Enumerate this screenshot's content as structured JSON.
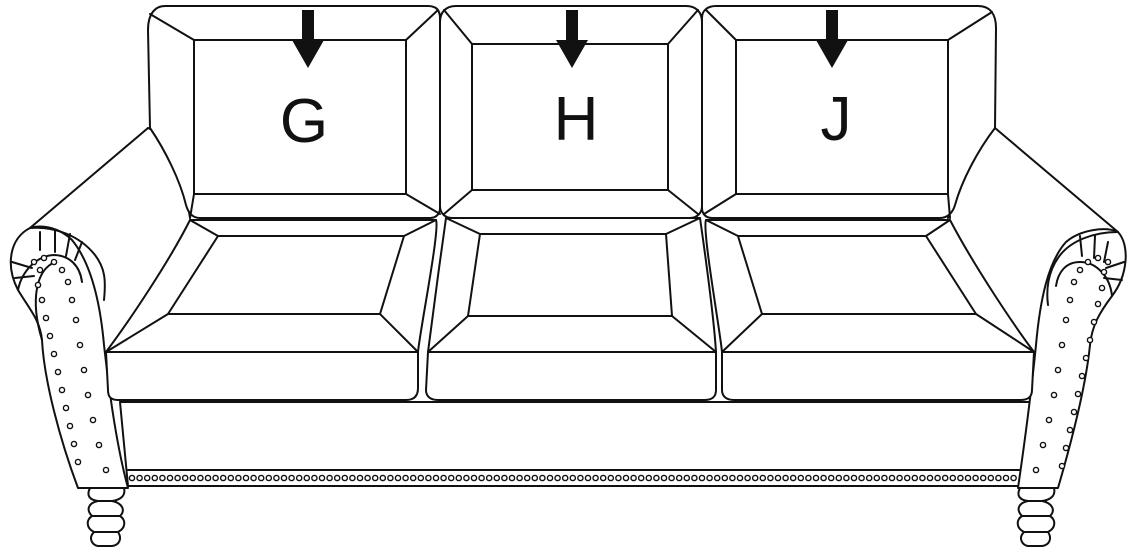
{
  "cushion_labels": {
    "left": "G",
    "center": "H",
    "right": "J"
  },
  "colors": {
    "line": "#111111",
    "background": "#ffffff"
  },
  "icons": [
    "arrow-down-icon",
    "arrow-down-icon",
    "arrow-down-icon"
  ]
}
